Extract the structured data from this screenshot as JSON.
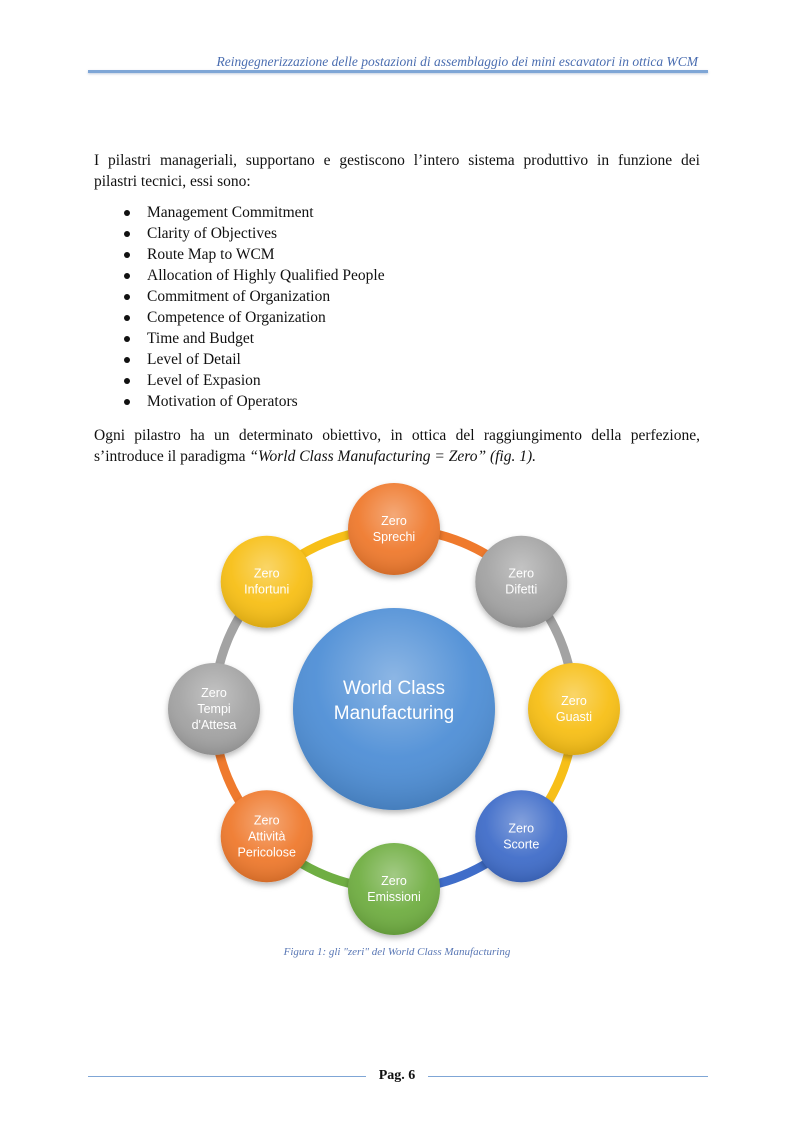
{
  "header": {
    "title": "Reingegnerizzazione delle postazioni di assemblaggio dei mini escavatori in ottica WCM"
  },
  "body": {
    "intro_line1": "I pilastri manageriali, supportano e gestiscono l’intero sistema produttivo in funzione dei",
    "intro_line2": "pilastri tecnici, essi sono:",
    "pillars": [
      "Management Commitment",
      "Clarity of Objectives",
      "Route Map to WCM",
      "Allocation of Highly Qualified People",
      "Commitment of Organization",
      "Competence of Organization",
      "Time and Budget",
      "Level of Detail",
      "Level of Expasion",
      "Motivation of Operators"
    ],
    "para2_line1": "Ogni pilastro ha un determinato obiettivo, in ottica del raggiungimento della perfezione,",
    "para2_line2_prefix": "s’introduce il paradigma ",
    "para2_line2_quote": "“World Class Manufacturing = Zero”",
    "para2_line2_ref": " (fig. 1)."
  },
  "figure": {
    "center": {
      "line1": "World Class",
      "line2": "Manufacturing",
      "color": "#4f8fd6"
    },
    "nodes": [
      {
        "lines": [
          "Zero",
          "Sprechi"
        ],
        "color": "#ef7a2d"
      },
      {
        "lines": [
          "Zero",
          "Difetti"
        ],
        "color": "#a3a3a3"
      },
      {
        "lines": [
          "Zero",
          "Guasti"
        ],
        "color": "#f7bf18"
      },
      {
        "lines": [
          "Zero",
          "Scorte"
        ],
        "color": "#3f6dc9"
      },
      {
        "lines": [
          "Zero",
          "Emissioni"
        ],
        "color": "#6fae43"
      },
      {
        "lines": [
          "Zero",
          "Attività",
          "Pericolose"
        ],
        "color": "#ef7a2d"
      },
      {
        "lines": [
          "Zero",
          "Tempi",
          "d'Attesa"
        ],
        "color": "#a3a3a3"
      },
      {
        "lines": [
          "Zero",
          "Infortuni"
        ],
        "color": "#f7bf18"
      }
    ],
    "ring_colors": [
      "#ef7a2d",
      "#a3a3a3",
      "#f7bf18",
      "#3f6dc9",
      "#6fae43",
      "#ef7a2d",
      "#a3a3a3",
      "#f7bf18"
    ],
    "caption": "Figura 1: gli \"zeri\" del World Class Manufacturing"
  },
  "footer": {
    "page": "Pag. 6"
  }
}
